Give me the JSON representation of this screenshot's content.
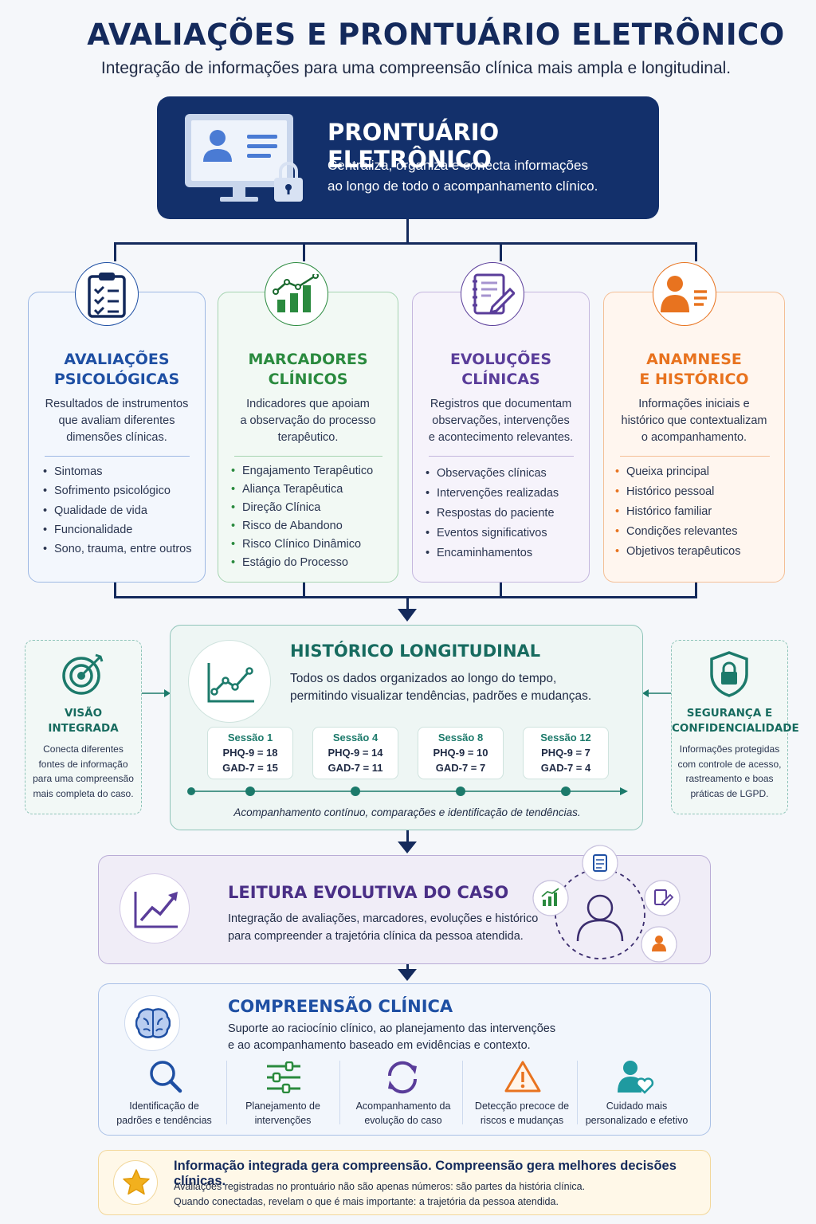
{
  "header": {
    "title": "AVALIAÇÕES E PRONTUÁRIO ELETRÔNICO",
    "subtitle": "Integração de informações para uma compreensão clínica mais ampla e longitudinal."
  },
  "hero": {
    "title": "PRONTUÁRIO ELETRÔNICO",
    "desc_line1": "Centraliza, organiza e conecta informações",
    "desc_line2": "ao longo de todo o acompanhamento clínico."
  },
  "cards": [
    {
      "title1": "AVALIAÇÕES",
      "title2": "PSICOLÓGICAS",
      "desc": [
        "Resultados de instrumentos",
        "que avaliam diferentes",
        "dimensões clínicas."
      ],
      "items": [
        "Sintomas",
        "Sofrimento psicológico",
        "Qualidade de vida",
        "Funcionalidade",
        "Sono, trauma, entre outros"
      ],
      "color": "#1e4fa3"
    },
    {
      "title1": "MARCADORES",
      "title2": "CLÍNICOS",
      "desc": [
        "Indicadores que apoiam",
        "a observação do processo",
        "terapêutico."
      ],
      "items": [
        "Engajamento Terapêutico",
        "Aliança Terapêutica",
        "Direção Clínica",
        "Risco de Abandono",
        "Risco Clínico Dinâmico",
        "Estágio do Processo"
      ],
      "color": "#2a8a3e"
    },
    {
      "title1": "EVOLUÇÕES",
      "title2": "CLÍNICAS",
      "desc": [
        "Registros que documentam",
        "observações, intervenções",
        "e acontecimento relevantes."
      ],
      "items": [
        "Observações clínicas",
        "Intervenções realizadas",
        "Respostas do paciente",
        "Eventos significativos",
        "Encaminhamentos"
      ],
      "color": "#5a3d9a"
    },
    {
      "title1": "ANAMNESE",
      "title2": "E HISTÓRICO",
      "desc": [
        "Informações iniciais e",
        "histórico que contextualizam",
        "o acompanhamento."
      ],
      "items": [
        "Queixa principal",
        "Histórico pessoal",
        "Histórico familiar",
        "Condições relevantes",
        "Objetivos terapêuticos"
      ],
      "color": "#e8731f"
    }
  ],
  "left_box": {
    "title1": "VISÃO",
    "title2": "INTEGRADA",
    "desc": [
      "Conecta diferentes",
      "fontes de informação",
      "para uma compreensão",
      "mais completa do caso."
    ]
  },
  "right_box": {
    "title1": "SEGURANÇA E",
    "title2": "CONFIDENCIALIDADE",
    "desc": [
      "Informações protegidas",
      "com controle de acesso,",
      "rastreamento e boas",
      "práticas de LGPD."
    ]
  },
  "longitudinal": {
    "title": "HISTÓRICO LONGITUDINAL",
    "desc1": "Todos os dados organizados ao longo do tempo,",
    "desc2": "permitindo visualizar tendências, padrões e mudanças.",
    "sessions": [
      {
        "name": "Sessão 1",
        "phq": "PHQ-9 = 18",
        "gad": "GAD-7 = 15"
      },
      {
        "name": "Sessão 4",
        "phq": "PHQ-9 = 14",
        "gad": "GAD-7 = 11"
      },
      {
        "name": "Sessão 8",
        "phq": "PHQ-9 = 10",
        "gad": "GAD-7 = 7"
      },
      {
        "name": "Sessão 12",
        "phq": "PHQ-9 = 7",
        "gad": "GAD-7 = 4"
      }
    ],
    "caption": "Acompanhamento contínuo, comparações e identificação de tendências."
  },
  "leitura": {
    "title": "LEITURA EVOLUTIVA DO CASO",
    "desc1": "Integração de avaliações, marcadores, evoluções e histórico",
    "desc2": "para compreender a trajetória clínica da pessoa atendida."
  },
  "compreensao": {
    "title": "COMPREENSÃO CLÍNICA",
    "desc1": "Suporte ao raciocínio clínico, ao planejamento das intervenções",
    "desc2": "e ao acompanhamento baseado em evidências e contexto.",
    "items": [
      {
        "l1": "Identificação de",
        "l2": "padrões e tendências"
      },
      {
        "l1": "Planejamento de",
        "l2": "intervenções"
      },
      {
        "l1": "Acompanhamento da",
        "l2": "evolução do caso"
      },
      {
        "l1": "Detecção precoce de",
        "l2": "riscos e mudanças"
      },
      {
        "l1": "Cuidado mais",
        "l2": "personalizado e efetivo"
      }
    ]
  },
  "footer": {
    "headline": "Informação integrada gera compreensão. Compreensão gera melhores decisões clínicas.",
    "line1": "Avaliações registradas no prontuário não são apenas números: são partes da história clínica.",
    "line2": "Quando conectadas, revelam o que é mais importante: a trajetória da pessoa atendida."
  }
}
